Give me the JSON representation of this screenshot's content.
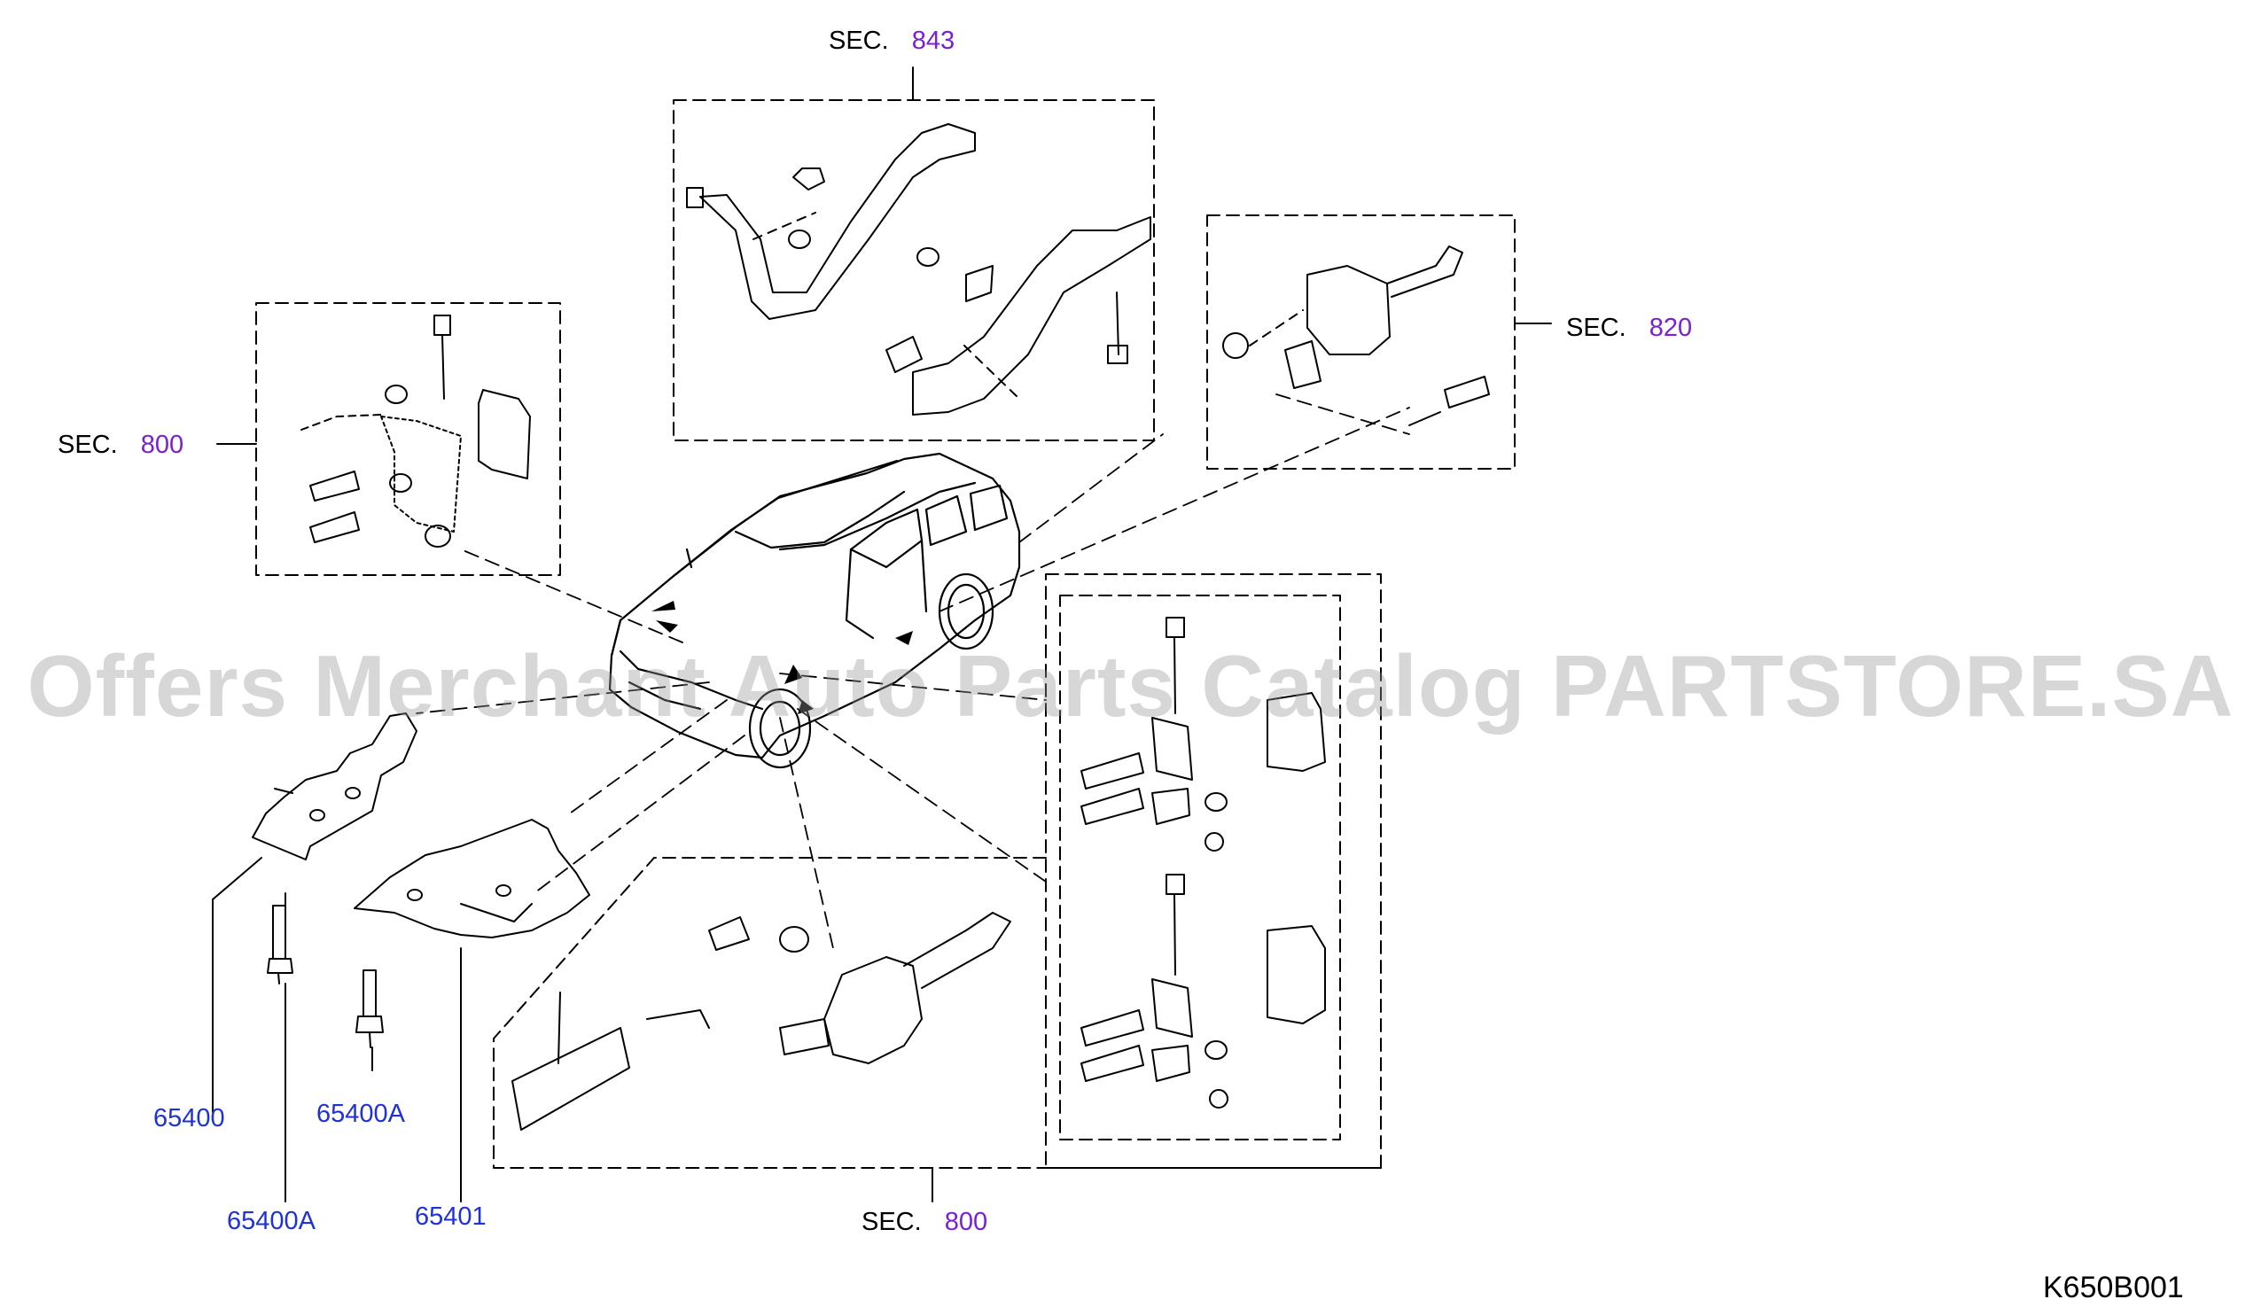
{
  "sections": {
    "top": {
      "label": "SEC.",
      "number": "843"
    },
    "right": {
      "label": "SEC.",
      "number": "820"
    },
    "left": {
      "label": "SEC.",
      "number": "800"
    },
    "bottom": {
      "label": "SEC.",
      "number": "800"
    }
  },
  "parts": {
    "p65400": "65400",
    "p65400a_upper": "65400A",
    "p65400a_lower": "65400A",
    "p65401": "65401"
  },
  "diagram_code": "K650B001",
  "watermark": "Offers Merchant Auto Parts Catalog PARTSTORE.SA",
  "colors": {
    "section_number": "#7b1fd6",
    "part_link": "#1f32d8",
    "line": "#000000"
  }
}
